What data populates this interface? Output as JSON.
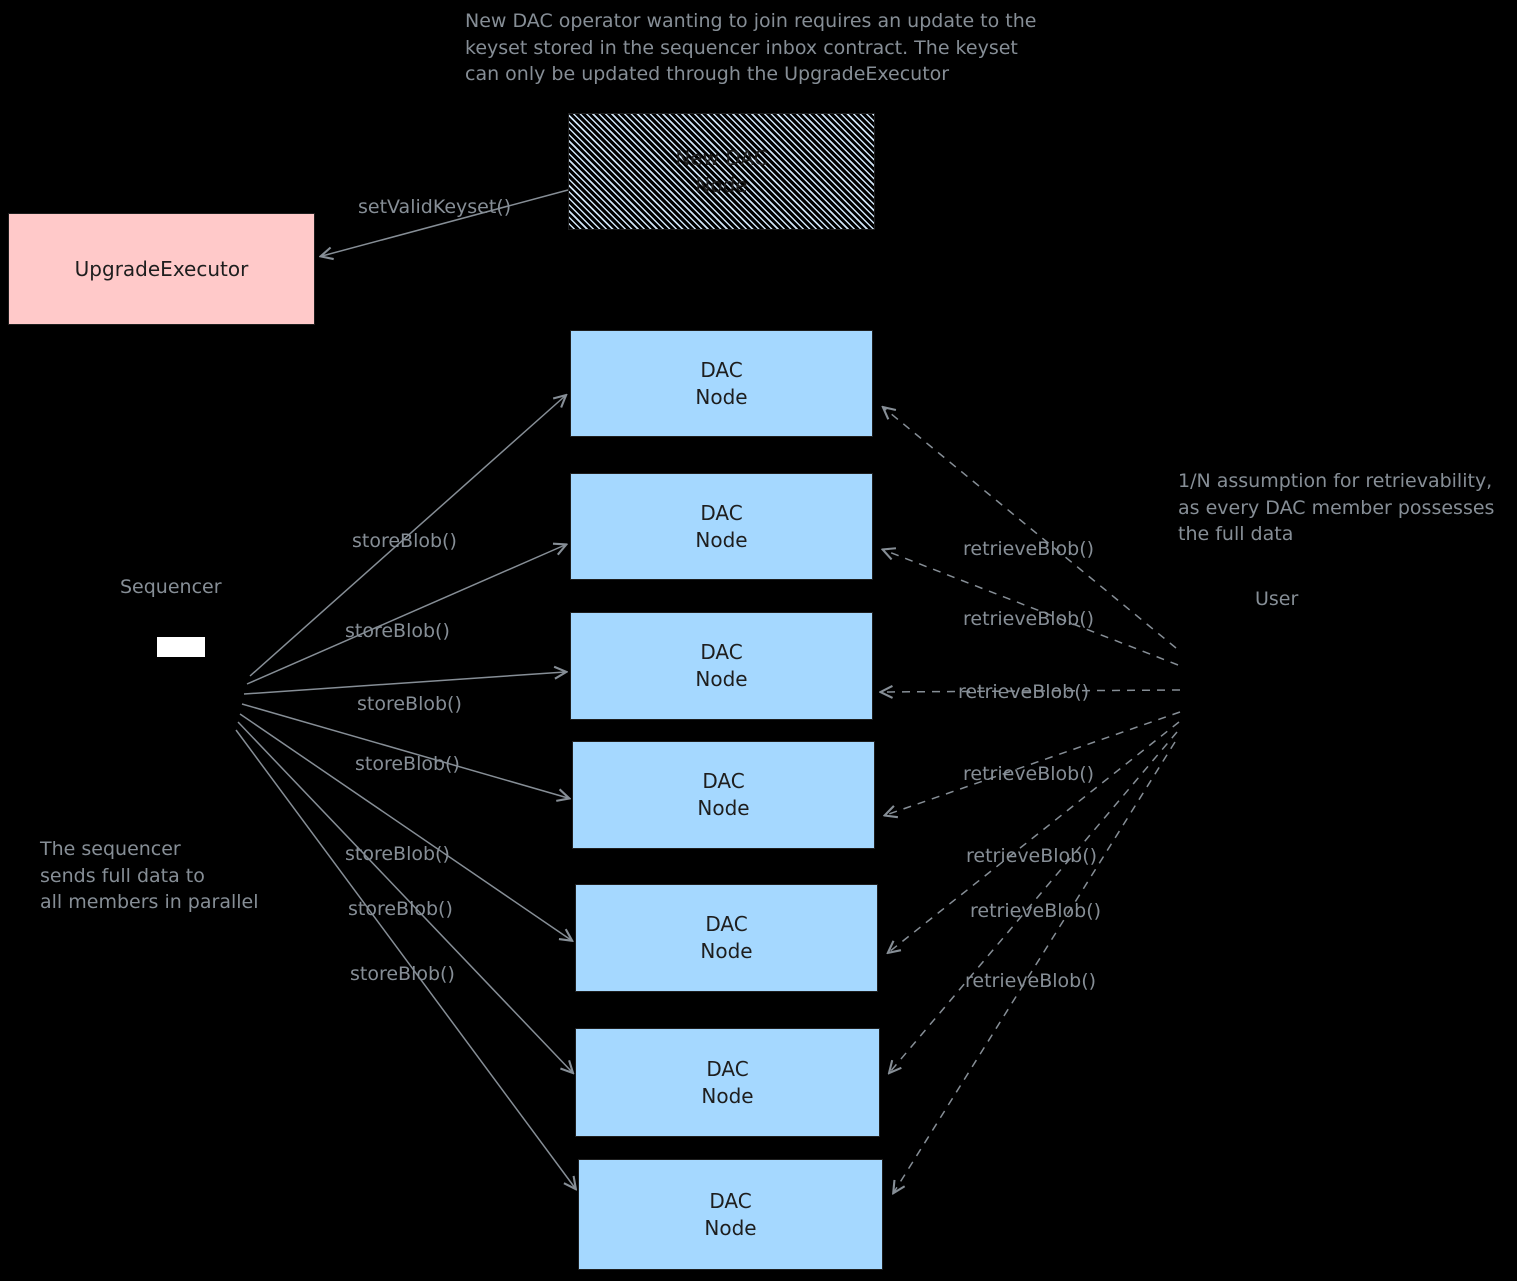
{
  "colors": {
    "background": "#000000",
    "annotation_text": "#868e96",
    "arrow": "#868e96",
    "upgrade_executor_fill": "#ffc9c9",
    "dac_node_fill": "#a5d8ff",
    "box_text": "#1e1e1e",
    "hatch_line": "#cfe3f5"
  },
  "annotations": {
    "top": "New DAC operator wanting to join requires an update to the\nkeyset stored in the sequencer inbox contract. The keyset\ncan only be updated through the UpgradeExecutor",
    "left": "The sequencer\nsends full data to\nall members in parallel",
    "right": "1/N assumption for retrievability,\nas every DAC member possesses\nthe full data"
  },
  "actors": {
    "sequencer": "Sequencer",
    "user": "User"
  },
  "boxes": {
    "upgrade_executor": "UpgradeExecutor",
    "new_dac_node": "New DAC\nNode",
    "dac_nodes": [
      "DAC\nNode",
      "DAC\nNode",
      "DAC\nNode",
      "DAC\nNode",
      "DAC\nNode",
      "DAC\nNode",
      "DAC\nNode"
    ]
  },
  "edges": {
    "set_valid_keyset": "setValidKeyset()",
    "store_blob_labels": [
      "storeBlob()",
      "storeBlob()",
      "storeBlob()",
      "storeBlob()",
      "storeBlob()",
      "storeBlob()",
      "storeBlob()"
    ],
    "retrieve_blob_labels": [
      "retrieveBlob()",
      "retrieveBlob()",
      "retrieveBlob()",
      "retrieveBlob()",
      "retrieveBlob()",
      "retrieveBlob()",
      "retrieveBlob()"
    ]
  }
}
